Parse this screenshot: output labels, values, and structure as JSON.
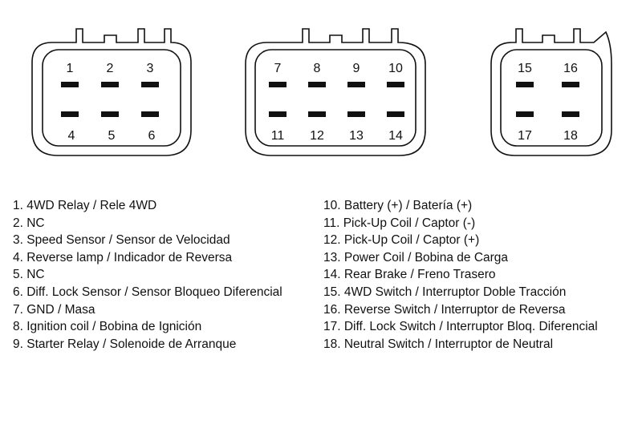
{
  "connectors": [
    {
      "pins_top": [
        "1",
        "2",
        "3"
      ],
      "pins_bottom": [
        "4",
        "5",
        "6"
      ]
    },
    {
      "pins_top": [
        "7",
        "8",
        "9",
        "10"
      ],
      "pins_bottom": [
        "11",
        "12",
        "13",
        "14"
      ]
    },
    {
      "pins_top": [
        "15",
        "16"
      ],
      "pins_bottom": [
        "17",
        "18"
      ]
    }
  ],
  "legend": {
    "left": [
      "1. 4WD Relay / Rele 4WD",
      "2. NC",
      "3. Speed Sensor / Sensor de Velocidad",
      "4. Reverse lamp / Indicador de Reversa",
      "5. NC",
      "6. Diff. Lock Sensor / Sensor Bloqueo Diferencial",
      "7. GND / Masa",
      "8. Ignition coil / Bobina de Ignición",
      "9. Starter Relay / Solenoide de Arranque"
    ],
    "right": [
      "10. Battery (+) / Batería (+)",
      "11. Pick-Up Coil / Captor (-)",
      "12. Pick-Up Coil / Captor (+)",
      "13. Power Coil / Bobina de Carga",
      "14. Rear Brake / Freno Trasero",
      "15. 4WD Switch / Interruptor Doble Tracción",
      "16. Reverse Switch / Interruptor de Reversa",
      "17. Diff. Lock Switch / Interruptor Bloq. Diferencial",
      "18. Neutral Switch / Interruptor de Neutral"
    ]
  }
}
